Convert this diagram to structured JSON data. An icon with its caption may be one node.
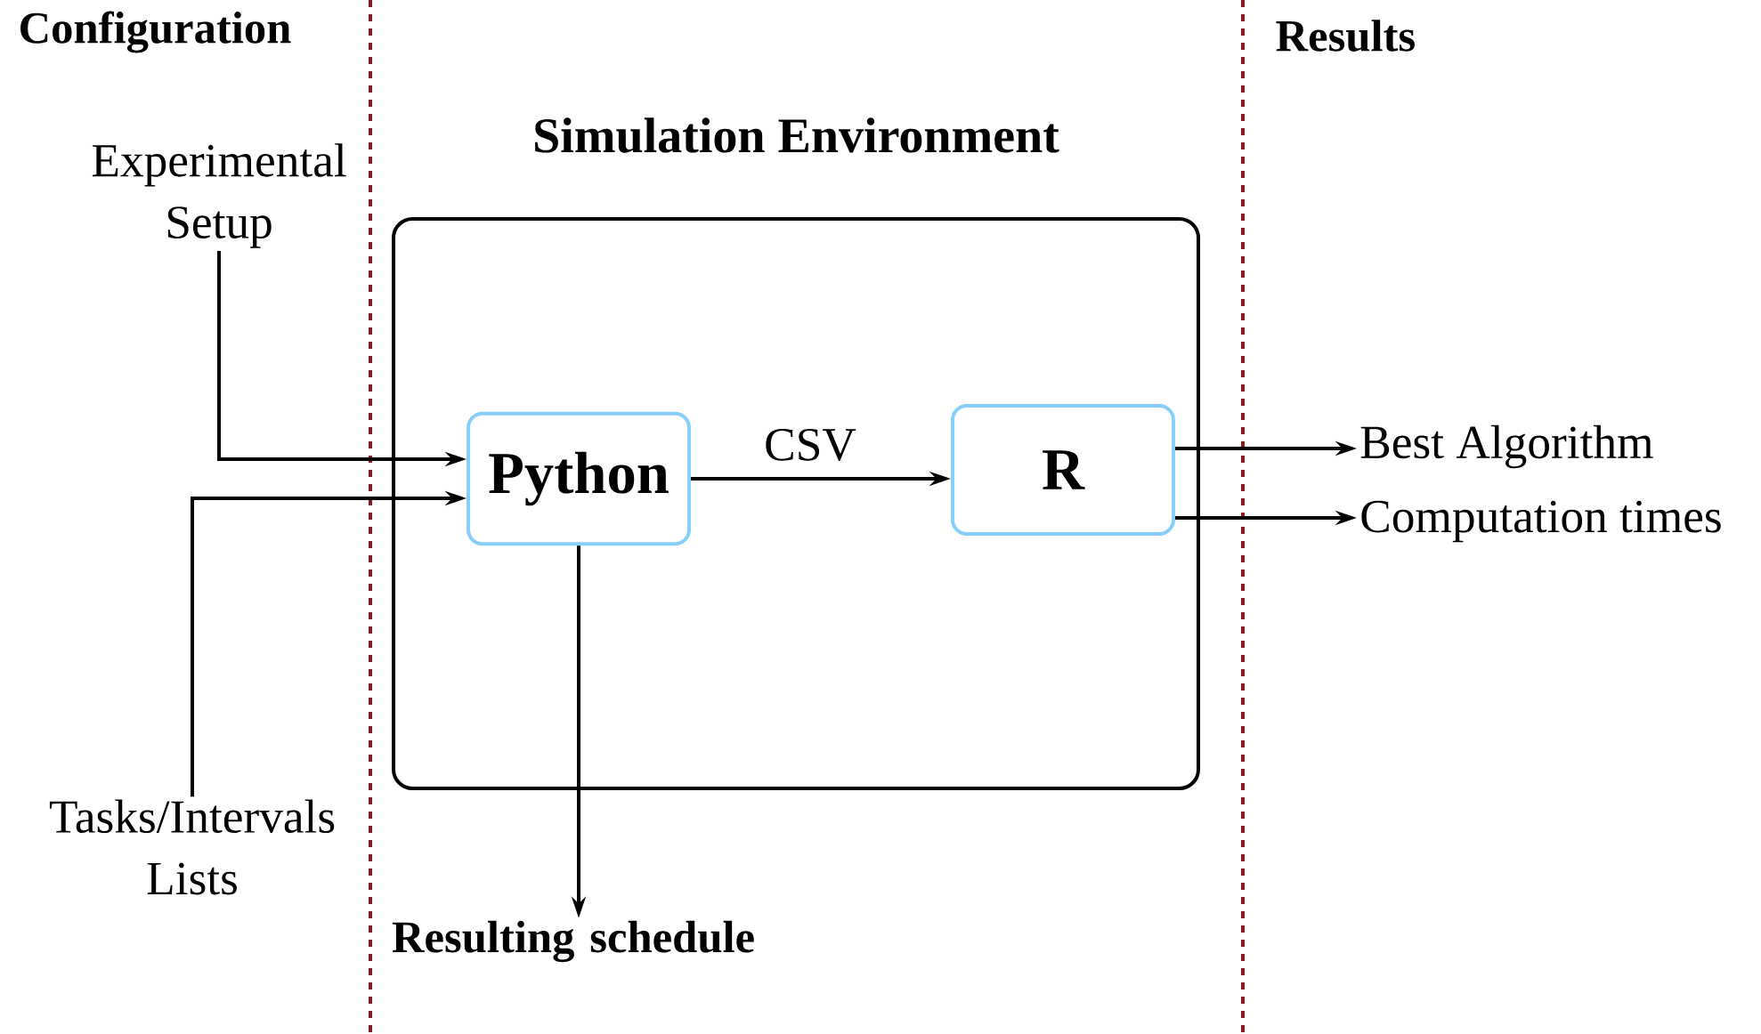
{
  "diagram": {
    "nodes": [
      {
        "text": [
          "Simulation Environment"
        ]
      },
      {
        "text": [
          "Python"
        ],
        "in": 0
      },
      {
        "text": [
          "R"
        ],
        "in": 0
      },
      {
        "text": [
          "Experimental Setup"
        ]
      },
      {
        "text": [
          "Tasks/Intervals Lists"
        ]
      },
      {
        "text": [
          "Best Algorithm"
        ]
      },
      {
        "text": [
          "Computation times"
        ]
      },
      {
        "text": [
          "Resulting schedule"
        ]
      }
    ],
    "edges": [
      {
        "from": 3,
        "to": 1,
        "arrow": "to"
      },
      {
        "from": 4,
        "to": 1,
        "arrow": "to"
      },
      {
        "from": 1,
        "to": 2,
        "arrow": "to",
        "label": "CSV"
      },
      {
        "from": 2,
        "to": 5,
        "arrow": "to"
      },
      {
        "from": 2,
        "to": 6,
        "arrow": "to"
      },
      {
        "from": 1,
        "to": 7,
        "arrow": "to"
      }
    ],
    "labels": [
      "Configuration",
      "Results"
    ]
  }
}
